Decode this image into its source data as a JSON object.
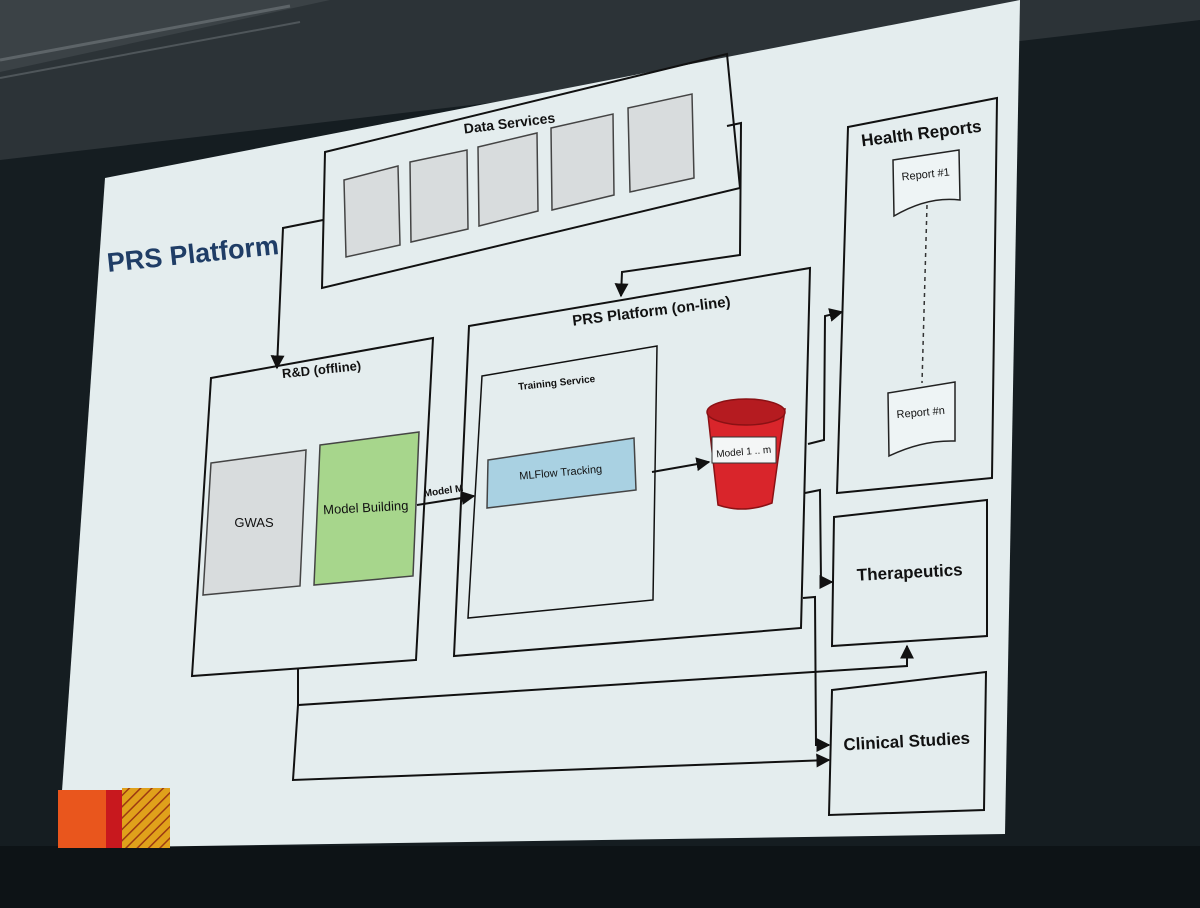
{
  "slide": {
    "title": "PRS Platform",
    "colors": {
      "background": "#e4edee",
      "model_building_fill": "#a7d68c",
      "mlflow_fill": "#a9d1e2",
      "bucket_red": "#d9252b",
      "grey_box": "#d8dcdd"
    }
  },
  "data_services": {
    "label": "Data Services",
    "slot_count": 5
  },
  "health_reports": {
    "label": "Health Reports",
    "report_first": "Report #1",
    "report_last": "Report #n"
  },
  "rd_offline": {
    "label": "R&D (offline)",
    "gwas": "GWAS",
    "model_building": "Model Building",
    "edge_label": "Model M"
  },
  "prs_online": {
    "label": "PRS Platform (on-line)",
    "training_service": "Training Service",
    "mlflow": "MLFlow Tracking",
    "model_store": "Model 1 .. m"
  },
  "therapeutics": {
    "label": "Therapeutics"
  },
  "clinical_studies": {
    "label": "Clinical Studies"
  }
}
